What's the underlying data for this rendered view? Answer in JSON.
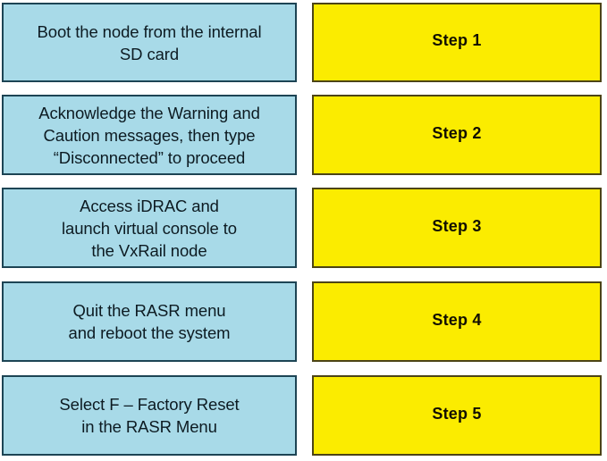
{
  "diagram": {
    "type": "two-column-step-table",
    "colors": {
      "description_fill": "#a8dae8",
      "description_border": "#1d4454",
      "step_fill": "#fbec00",
      "step_border": "#4c4416",
      "text": "#0d1b22",
      "background": "#ffffff"
    },
    "columns": [
      {
        "id": "description-column",
        "label": ""
      },
      {
        "id": "step-column",
        "label": ""
      }
    ],
    "rows": [
      {
        "description": "Boot the node from the internal\nSD card",
        "step": "Step 1"
      },
      {
        "description": "Acknowledge the Warning and\nCaution messages, then type\n“Disconnected” to proceed",
        "step": "Step 2"
      },
      {
        "description": "Access iDRAC and\nlaunch virtual console to\nthe VxRail node",
        "step": "Step 3"
      },
      {
        "description": "Quit the RASR menu\nand reboot the system",
        "step": "Step 4"
      },
      {
        "description": "Select F – Factory Reset\nin the RASR Menu",
        "step": "Step 5"
      }
    ]
  }
}
